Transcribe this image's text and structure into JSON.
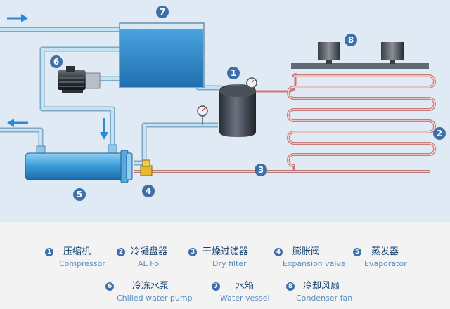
{
  "colors": {
    "background": "#dfeaf4",
    "water_pipe": "#b9ddf3",
    "refrigerant_pipe": "#d88b8b",
    "tank_water": "#2f86c7",
    "badge": "#3d6fa8",
    "arrow": "#2a8ad6",
    "legend_bg": "#f3f3f4"
  },
  "badges": [
    "1",
    "2",
    "3",
    "4",
    "5",
    "6",
    "7",
    "8"
  ],
  "legend": [
    {
      "num": "1",
      "zh": "压缩机",
      "en": "Compressor"
    },
    {
      "num": "2",
      "zh": "冷凝盘器",
      "en": "AL Foil"
    },
    {
      "num": "3",
      "zh": "干燥过滤器",
      "en": "Dry filter"
    },
    {
      "num": "4",
      "zh": "膨胀阀",
      "en": "Expansion valve"
    },
    {
      "num": "5",
      "zh": "蒸发器",
      "en": "Evaporator"
    },
    {
      "num": "6",
      "zh": "冷冻水泵",
      "en": "Chilled water pump"
    },
    {
      "num": "7",
      "zh": "水箱",
      "en": "Water vessel"
    },
    {
      "num": "8",
      "zh": "冷却风扇",
      "en": "Condenser fan"
    }
  ]
}
